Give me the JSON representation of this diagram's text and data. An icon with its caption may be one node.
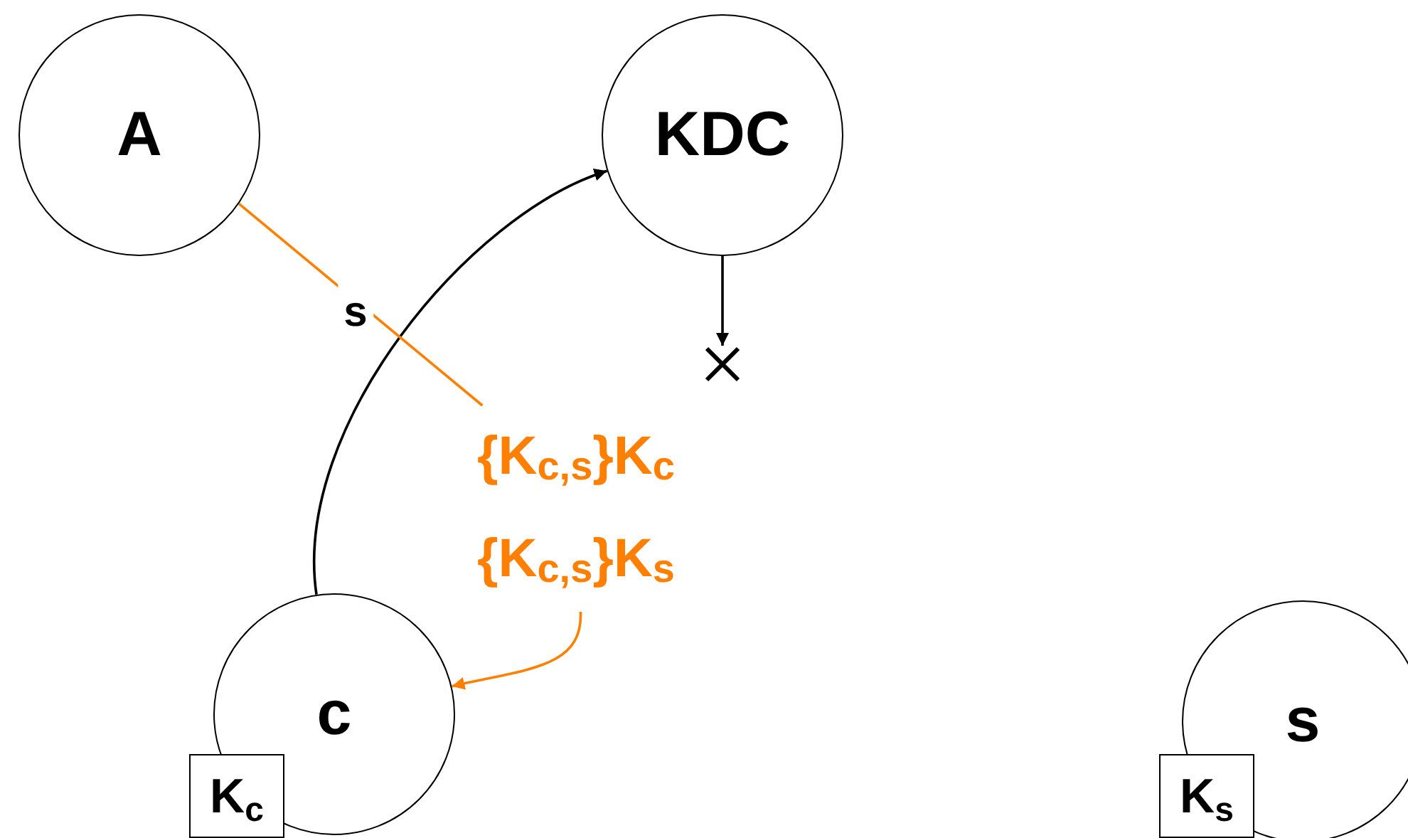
{
  "diagram": {
    "nodes": [
      {
        "text": [
          "A"
        ]
      },
      {
        "text": [
          "KDC"
        ]
      },
      {
        "text": [
          "c"
        ]
      },
      {
        "text": [
          "K$_{c}$"
        ]
      },
      {
        "text": [
          "s"
        ]
      },
      {
        "text": [
          "K$_{s}$"
        ]
      },
      {
        "text": [
          "{K$_{c,s}$}K$_{c}$",
          "{K$_{c,s}$}K$_{s}$"
        ]
      },
      {
        "text": [],
        "shape": "cross"
      }
    ],
    "edges": [
      {
        "from": 2,
        "to": 1,
        "arrow": "to",
        "label": "s"
      },
      {
        "from": 1,
        "to": 7,
        "arrow": "to"
      },
      {
        "from": 0,
        "to": 6,
        "arrow": "none",
        "color": "#ff8000"
      },
      {
        "from": 6,
        "to": 2,
        "arrow": "to",
        "color": "#ff8000"
      }
    ]
  }
}
